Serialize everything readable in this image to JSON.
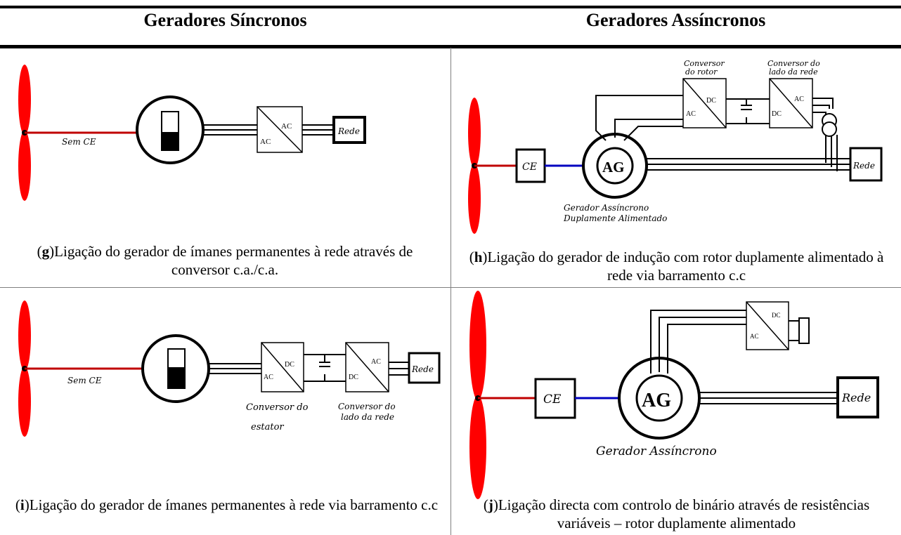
{
  "header": {
    "sync_title": "Geradores Síncronos",
    "async_title": "Geradores Assíncronos"
  },
  "panels": {
    "g": {
      "letter": "g",
      "caption": "Ligação do gerador de ímanes permanentes à rede através de conversor c.a./c.a.",
      "labels": {
        "sem_ce": "Sem CE",
        "ac_in": "AC",
        "ac_out": "AC",
        "rede": "Rede"
      }
    },
    "h": {
      "letter": "h",
      "caption": "Ligação do gerador de indução com rotor duplamente alimentado à rede via barramento c.c",
      "labels": {
        "conv_rotor": "Conversor do rotor",
        "conv_rotor_l1": "Conversor",
        "conv_rotor_l2": "do rotor",
        "conv_rede_l1": "Conversor do",
        "conv_rede_l2": "lado da rede",
        "ac1": "AC",
        "dc1": "DC",
        "dc2": "DC",
        "ac2": "AC",
        "ce": "CE",
        "ag": "AG",
        "rede": "Rede",
        "gen_l1": "Gerador Assíncrono",
        "gen_l2": "Duplamente Alimentado"
      }
    },
    "i": {
      "letter": "i",
      "caption": "Ligação do gerador de ímanes permanentes à rede via barramento c.c",
      "labels": {
        "sem_ce": "Sem CE",
        "ac1": "AC",
        "dc1": "DC",
        "dc2": "DC",
        "ac2": "AC",
        "rede": "Rede",
        "conv_est_l1": "Conversor do",
        "conv_est_l2": "estator",
        "conv_rede_l1": "Conversor do",
        "conv_rede_l2": "lado da rede"
      }
    },
    "j": {
      "letter": "j",
      "caption": "Ligação directa com controlo de binário através de resistências variáveis – rotor duplamente alimentado",
      "labels": {
        "ac": "AC",
        "dc": "DC",
        "ce": "CE",
        "ag": "AG",
        "rede": "Rede",
        "gen": "Gerador Assíncrono"
      }
    }
  },
  "colors": {
    "blade": "#ff0000",
    "shaft": "#c00000",
    "shaft2": "#0000c0"
  }
}
